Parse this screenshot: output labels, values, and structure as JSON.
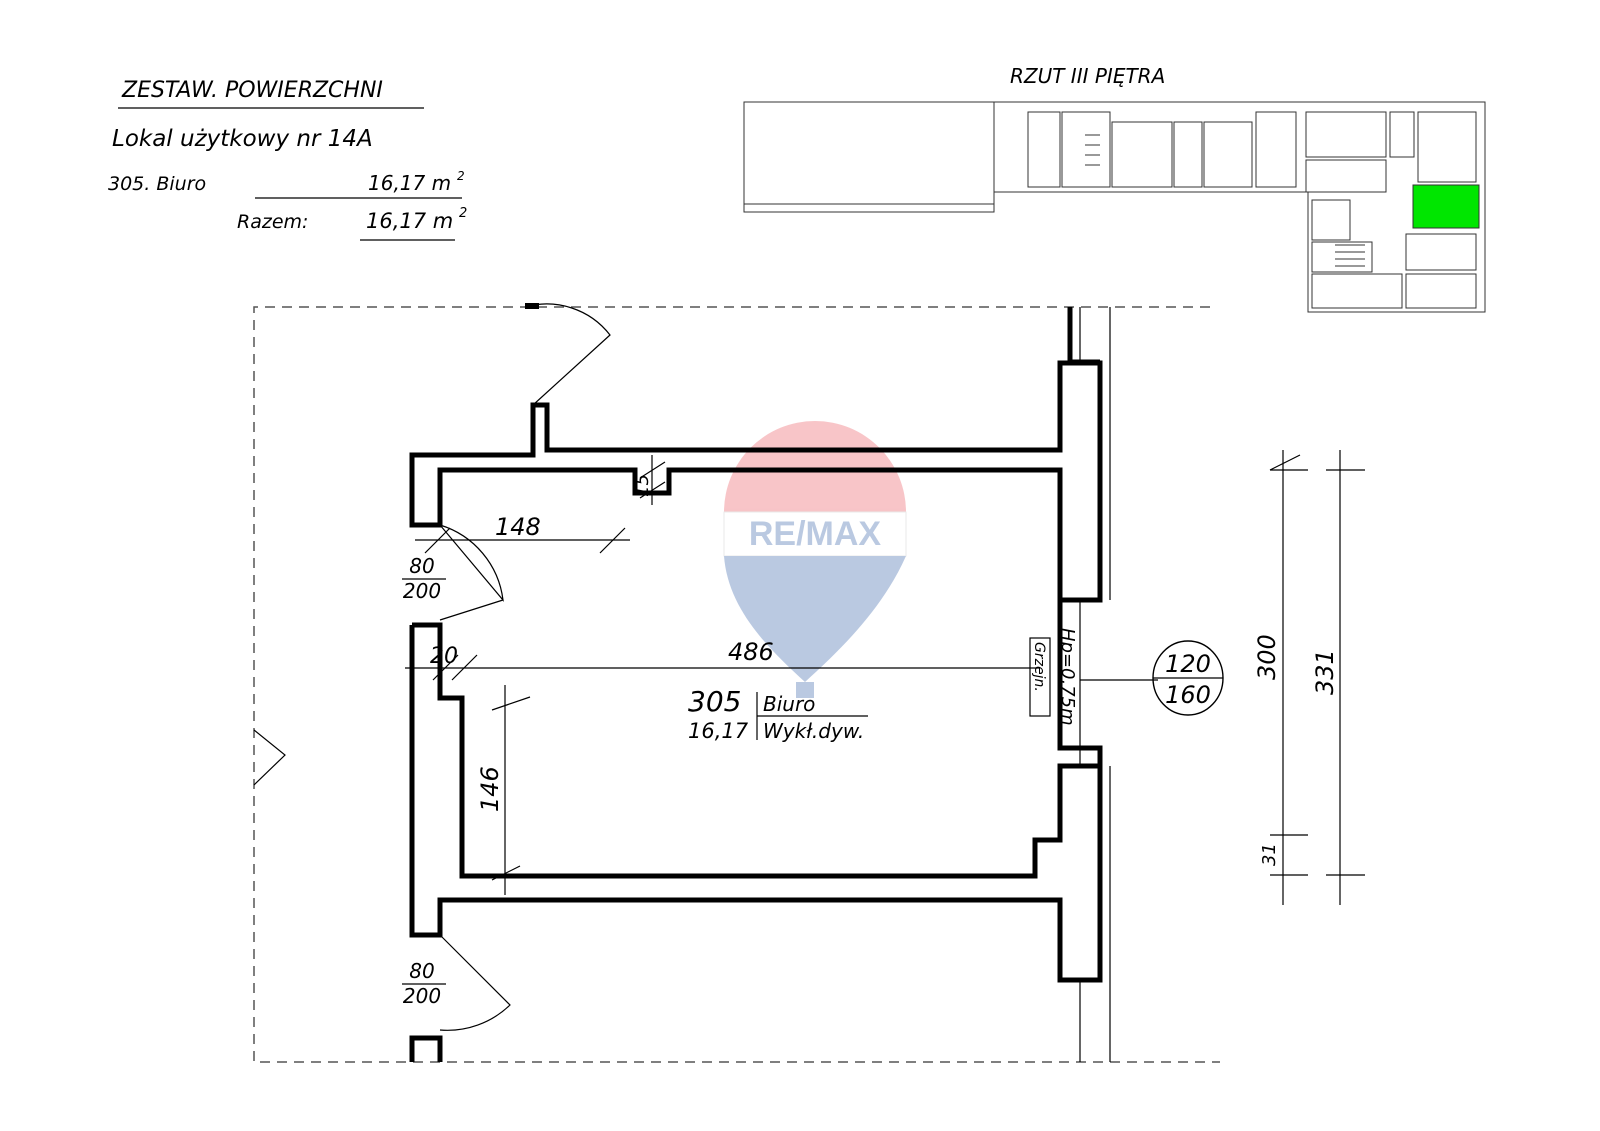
{
  "summary": {
    "heading": "ZESTAW. POWIERZCHNI",
    "unit_title": "Lokal użytkowy nr 14A",
    "rows": [
      {
        "label": "305. Biuro",
        "area": "16,17 m",
        "sup": "2"
      }
    ],
    "total_label": "Razem:",
    "total_area": "16,17 m",
    "total_sup": "2"
  },
  "key_plan": {
    "title": "RZUT III PIĘTRA",
    "highlight_color": "#00e600"
  },
  "room": {
    "number": "305",
    "area": "16,17",
    "name": "Biuro",
    "floor": "Wykł.dyw."
  },
  "dimensions": {
    "d148": "148",
    "d15": "15",
    "d486": "486",
    "d20": "20",
    "d146": "146",
    "d300": "300",
    "d331": "331",
    "d31": "31"
  },
  "doors": [
    {
      "width": "80",
      "height": "200"
    },
    {
      "width": "80",
      "height": "200"
    }
  ],
  "window": {
    "width": "120",
    "height": "160",
    "sill": "Hp=0,75m"
  },
  "radiator": "Grzejn.",
  "watermark": {
    "brand": "RE/MAX",
    "colors": [
      "#e8404a",
      "#1f4f9e"
    ]
  }
}
